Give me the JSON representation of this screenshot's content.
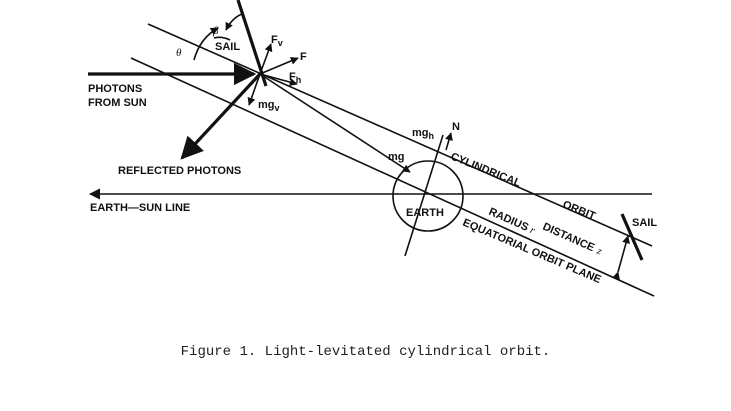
{
  "diagram": {
    "labels": {
      "sail_top": "SAIL",
      "beta": "β",
      "theta": "θ",
      "fv_main": "F",
      "fv_sub": "v",
      "f": "F",
      "fh_main": "F",
      "fh_sub": "h",
      "mgv_main": "mg",
      "mgv_sub": "v",
      "photons_line1": "PHOTONS",
      "photons_line2": "FROM SUN",
      "mgh_main": "mg",
      "mgh_sub": "h",
      "n": "N",
      "mg": "mg",
      "reflected": "REFLECTED PHOTONS",
      "cylindrical": "CYLINDRICAL",
      "orbit": "ORBIT",
      "earth_sun_line": "EARTH—SUN LINE",
      "earth": "EARTH",
      "radius": "RADIUS",
      "radius_var": "r",
      "distance": "DISTANCE",
      "distance_var": "z",
      "sail_right": "SAIL",
      "equatorial": "EQUATORIAL ORBIT PLANE"
    }
  },
  "caption": "Figure 1.  Light-levitated cylindrical orbit."
}
